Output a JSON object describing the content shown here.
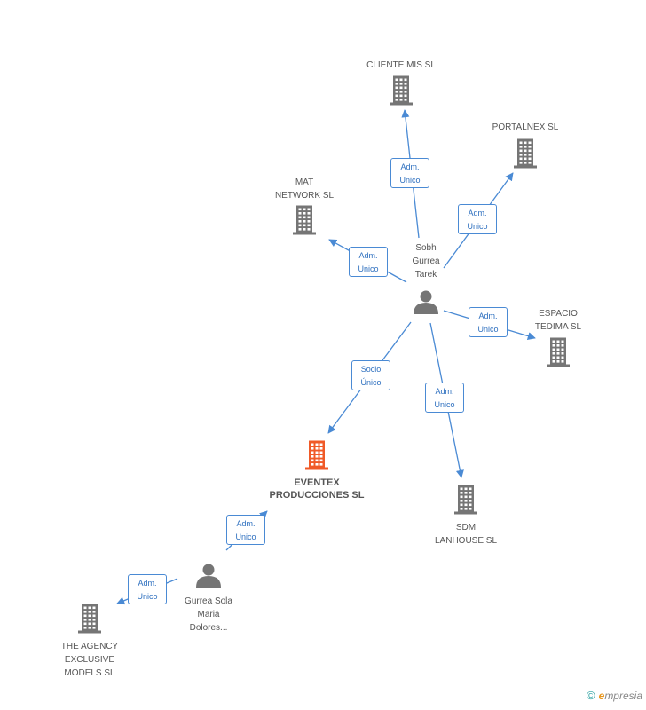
{
  "nodes": [
    {
      "id": "cliente_mis",
      "type": "company",
      "label": "CLIENTE MIS SL",
      "highlight": false
    },
    {
      "id": "portalnex",
      "type": "company",
      "label": "PORTALNEX SL",
      "highlight": false
    },
    {
      "id": "mat_network",
      "type": "company",
      "label": "MAT\nNETWORK  SL",
      "highlight": false
    },
    {
      "id": "espacio_tedima",
      "type": "company",
      "label": "ESPACIO\nTEDIMA SL",
      "highlight": false
    },
    {
      "id": "eventex",
      "type": "company",
      "label": "EVENTEX\nPRODUCCIONES SL",
      "highlight": true
    },
    {
      "id": "sdm_lanhouse",
      "type": "company",
      "label": "SDM\nLANHOUSE SL",
      "highlight": false
    },
    {
      "id": "the_agency",
      "type": "company",
      "label": "THE AGENCY\nEXCLUSIVE\nMODELS SL",
      "highlight": false
    },
    {
      "id": "sobh",
      "type": "person",
      "label": "Sobh\nGurrea\nTarek",
      "highlight": false
    },
    {
      "id": "gurrea_sola",
      "type": "person",
      "label": "Gurrea Sola\nMaria\nDolores...",
      "highlight": false
    }
  ],
  "edges": [
    {
      "from": "sobh",
      "to": "cliente_mis",
      "label": "Adm.\nUnico"
    },
    {
      "from": "sobh",
      "to": "portalnex",
      "label": "Adm.\nUnico"
    },
    {
      "from": "sobh",
      "to": "mat_network",
      "label": "Adm.\nUnico"
    },
    {
      "from": "sobh",
      "to": "espacio_tedima",
      "label": "Adm.\nUnico"
    },
    {
      "from": "sobh",
      "to": "eventex",
      "label": "Socio\nÚnico"
    },
    {
      "from": "sobh",
      "to": "sdm_lanhouse",
      "label": "Adm.\nUnico"
    },
    {
      "from": "gurrea_sola",
      "to": "eventex",
      "label": "Adm.\nUnico"
    },
    {
      "from": "gurrea_sola",
      "to": "the_agency",
      "label": "Adm.\nUnico"
    }
  ],
  "colors": {
    "edge": "#4a8ad4",
    "company": "#757575",
    "highlight": "#f05a28",
    "person": "#757575"
  },
  "brand": {
    "copyright": "©",
    "initial": "e",
    "rest": "mpresia"
  }
}
